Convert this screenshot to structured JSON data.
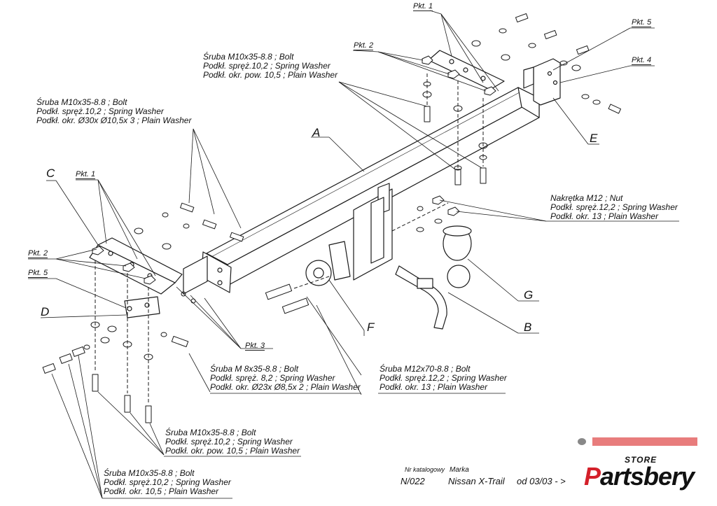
{
  "callouts": {
    "top_bolts": [
      "Śruba M10x35-8.8 ;  Bolt",
      "Podkł. spręż.10,2 ; Spring Washer",
      "Podkł. okr. pow. 10,5 ; Plain Washer"
    ],
    "left_bolts": [
      "Śruba M10x35-8.8 ;  Bolt",
      "Podkł. spręż.10,2 ; Spring Washer",
      "Podkł. okr. Ø30x Ø10,5x 3 ; Plain Washer"
    ],
    "nut": [
      "Nakrętka  M12 ; Nut",
      "Podkł. spręż.12,2 ; Spring Washer",
      "Podkł. okr. 13 ; Plain Washer"
    ],
    "m8_bolts": [
      "Śruba M 8x35-8.8 ;  Bolt",
      "Podkł. spręż. 8,2 ; Spring Washer",
      "Podkł. okr. Ø23x Ø8,5x 2 ; Plain Washer"
    ],
    "m12_bolts": [
      "Śruba M12x70-8.8 ;  Bolt",
      "Podkł. spręż.12,2 ; Spring Washer",
      "Podkł. okr. 13 ; Plain Washer"
    ],
    "bottom_mid_bolts": [
      "Śruba M10x35-8.8 ;  Bolt",
      "Podkł. spręż.10,2 ; Spring Washer",
      "Podkł. okr. pow. 10,5 ; Plain Washer"
    ],
    "bottom_left_bolts": [
      "Śruba M10x35-8.8 ;  Bolt",
      "Podkł. spręż.10,2 ; Spring Washer",
      "Podkł. okr. 10,5 ; Plain Washer"
    ]
  },
  "points": {
    "top_pkt1": "Pkt. 1",
    "top_pkt2": "Pkt. 2",
    "pkt5_right": "Pkt. 5",
    "pkt4_right": "Pkt. 4",
    "left_pkt1": "Pkt. 1",
    "left_pkt2": "Pkt. 2",
    "left_pkt5": "Pkt. 5",
    "pkt3": "Pkt. 3"
  },
  "letters": {
    "A": "A",
    "B": "B",
    "C": "C",
    "D": "D",
    "E": "E",
    "F": "F",
    "G": "G"
  },
  "title_block": {
    "catalog_label": "Nr katalogowy",
    "catalog_value": "N/022",
    "brand_label": "Marka",
    "model_value": "Nissan X-Trail",
    "date_value": "od 03/03 - >"
  },
  "brand_logo": {
    "store": "STORE",
    "name_p": "P",
    "name_rest": "artsbery"
  },
  "colors": {
    "line": "#1a1a1a",
    "brand_red": "#d4202a",
    "ghost_red": "#e05050"
  }
}
